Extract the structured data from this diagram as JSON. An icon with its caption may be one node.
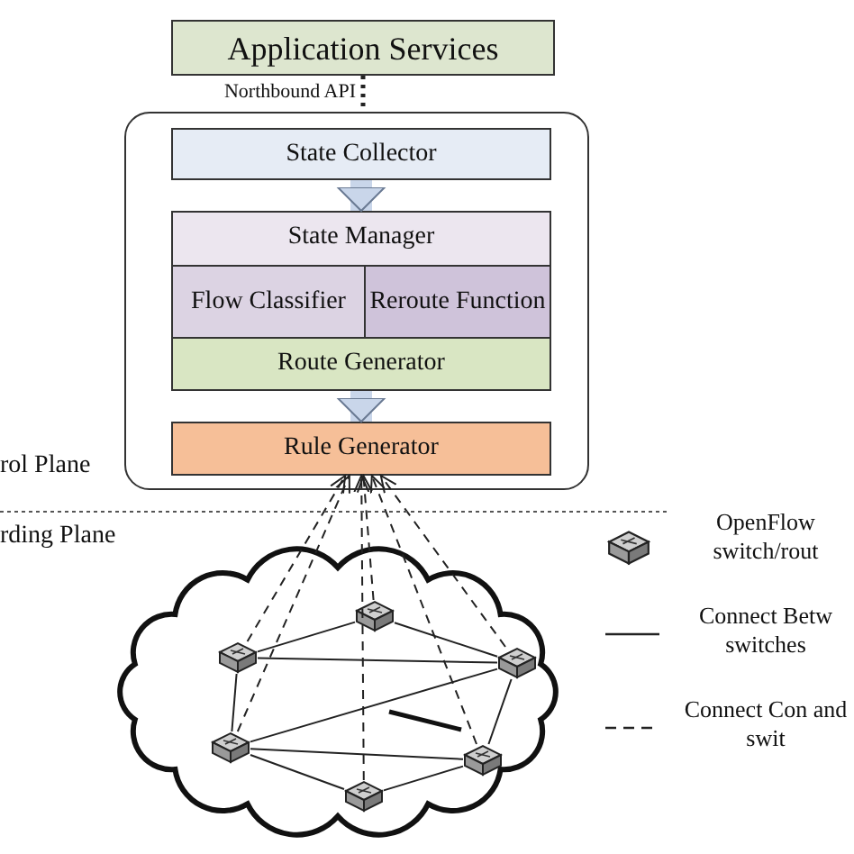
{
  "diagram": {
    "nodes": [
      {
        "text": [
          "Application Services"
        ]
      },
      {
        "text": [],
        "shape": "box"
      },
      {
        "text": [
          "State Collector"
        ],
        "in": 1
      },
      {
        "text": [
          "State Manager"
        ],
        "in": 1
      },
      {
        "text": [
          "Flow Classifier"
        ],
        "in": 3
      },
      {
        "text": [
          "Reroute Function"
        ],
        "in": 3
      },
      {
        "text": [
          "Route Generator"
        ],
        "in": 1
      },
      {
        "text": [
          "Rule Generator"
        ],
        "in": 1
      },
      {
        "text": [],
        "shape": "cloud"
      },
      {
        "text": [],
        "shape": "box",
        "in": 8
      },
      {
        "text": [],
        "shape": "box",
        "in": 8
      },
      {
        "text": [],
        "shape": "box",
        "in": 8
      },
      {
        "text": [],
        "shape": "box",
        "in": 8
      },
      {
        "text": [],
        "shape": "box",
        "in": 8
      },
      {
        "text": [],
        "shape": "box",
        "in": 8
      }
    ],
    "edges": [
      {
        "from": 0,
        "to": 1,
        "arrow": "none",
        "style": "dashed",
        "label": "Northbound API"
      },
      {
        "from": 2,
        "to": 3,
        "arrow": "to",
        "style": "thick",
        "color": "#c9d6ea"
      },
      {
        "from": 6,
        "to": 7,
        "arrow": "to",
        "style": "thick",
        "color": "#c9d6ea"
      },
      {
        "from": 9,
        "to": 10,
        "arrow": "none"
      },
      {
        "from": 9,
        "to": 11,
        "arrow": "none"
      },
      {
        "from": 10,
        "to": 11,
        "arrow": "none"
      },
      {
        "from": 10,
        "to": 12,
        "arrow": "none"
      },
      {
        "from": 11,
        "to": 12,
        "arrow": "none"
      },
      {
        "from": 11,
        "to": 13,
        "arrow": "none"
      },
      {
        "from": 12,
        "to": 13,
        "arrow": "none"
      },
      {
        "from": 12,
        "to": 14,
        "arrow": "none"
      },
      {
        "from": 14,
        "to": 13,
        "arrow": "none"
      },
      {
        "from": 10,
        "to": 7,
        "arrow": "to",
        "style": "dashed"
      },
      {
        "from": 12,
        "to": 7,
        "arrow": "to",
        "style": "dashed"
      },
      {
        "from": 9,
        "to": 7,
        "arrow": "to",
        "style": "dashed"
      },
      {
        "from": 14,
        "to": 7,
        "arrow": "to",
        "style": "dashed"
      },
      {
        "from": 11,
        "to": 7,
        "arrow": "to",
        "style": "dashed"
      },
      {
        "from": 13,
        "to": 7,
        "arrow": "to",
        "style": "dashed"
      }
    ],
    "labels": [
      "rol Plane",
      "rding Plane"
    ],
    "legend": [
      {
        "text": "OpenFlow switch/rout"
      },
      {
        "text": "Connect Betw switches"
      },
      {
        "text": "Connect Con and swit"
      }
    ]
  }
}
